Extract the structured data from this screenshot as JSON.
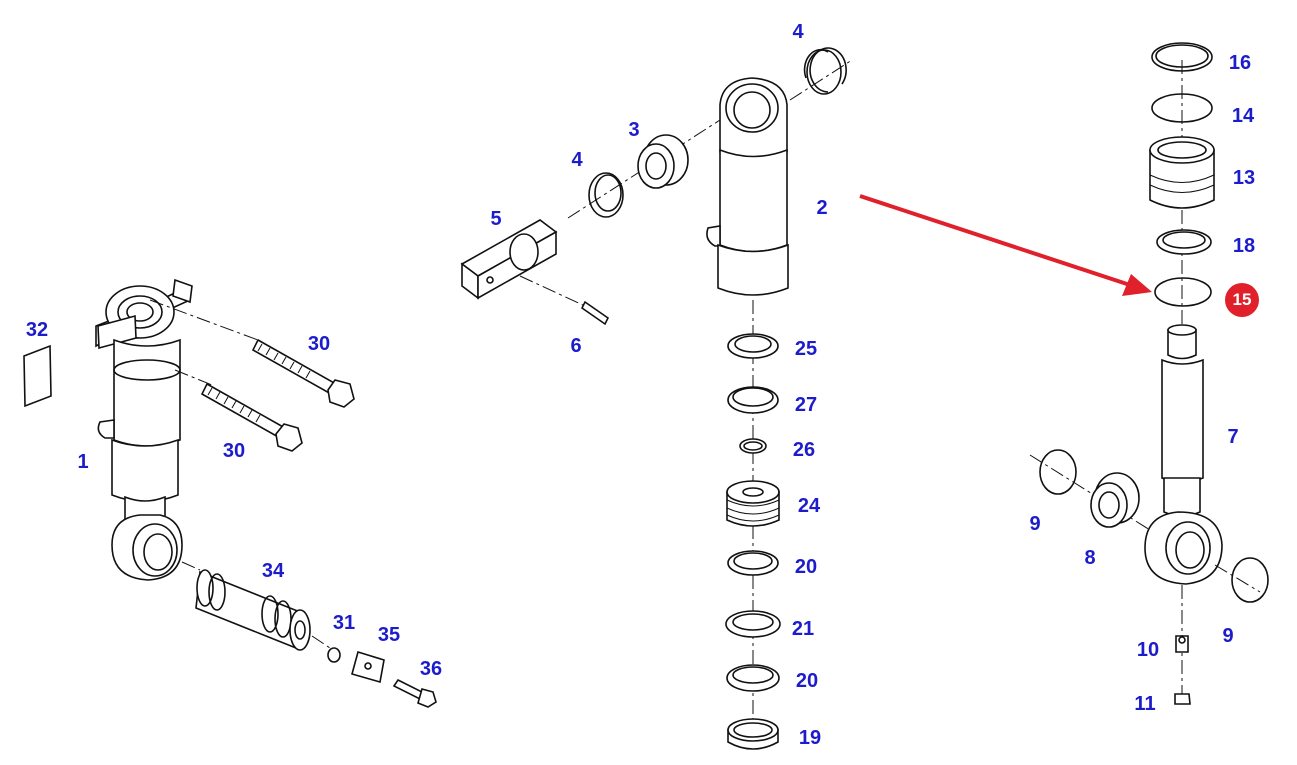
{
  "labels": {
    "l1": "1",
    "l2": "2",
    "l3": "3",
    "l4a": "4",
    "l4b": "4",
    "l5": "5",
    "l6": "6",
    "l7": "7",
    "l8": "8",
    "l9a": "9",
    "l9b": "9",
    "l10": "10",
    "l11": "11",
    "l13": "13",
    "l14": "14",
    "l15": "15",
    "l16": "16",
    "l18": "18",
    "l19": "19",
    "l20a": "20",
    "l20b": "20",
    "l21": "21",
    "l24": "24",
    "l25": "25",
    "l26": "26",
    "l27": "27",
    "l30a": "30",
    "l30b": "30",
    "l31": "31",
    "l32": "32",
    "l34": "34",
    "l35": "35",
    "l36": "36"
  },
  "colors": {
    "label": "#1c1ccc",
    "highlight": "#e0202a",
    "arrow": "#e0202a",
    "line": "#111111"
  },
  "highlighted_part": "15"
}
